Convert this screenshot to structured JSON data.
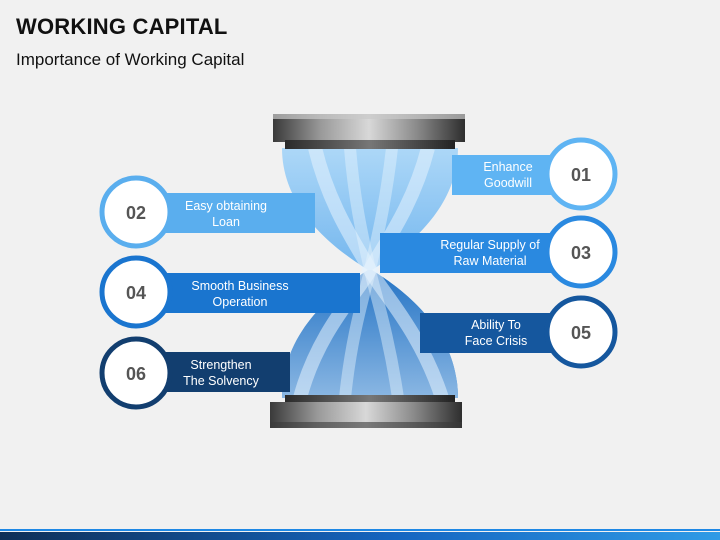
{
  "header": {
    "title": "WORKING CAPITAL",
    "subtitle": "Importance of Working Capital"
  },
  "items": [
    {
      "number": "01",
      "line1": "Enhance",
      "line2": "Goodwill",
      "color": "#5fb4f3"
    },
    {
      "number": "02",
      "line1": "Easy obtaining",
      "line2": "Loan",
      "color": "#5aaeee"
    },
    {
      "number": "03",
      "line1": "Regular Supply of",
      "line2": "Raw Material",
      "color": "#2a89e0"
    },
    {
      "number": "04",
      "line1": "Smooth Business",
      "line2": "Operation",
      "color": "#1a75cf"
    },
    {
      "number": "05",
      "line1": "Ability To",
      "line2": "Face Crisis",
      "color": "#15579e"
    },
    {
      "number": "06",
      "line1": "Strengthen",
      "line2": "The Solvency",
      "color": "#123e6f"
    }
  ]
}
